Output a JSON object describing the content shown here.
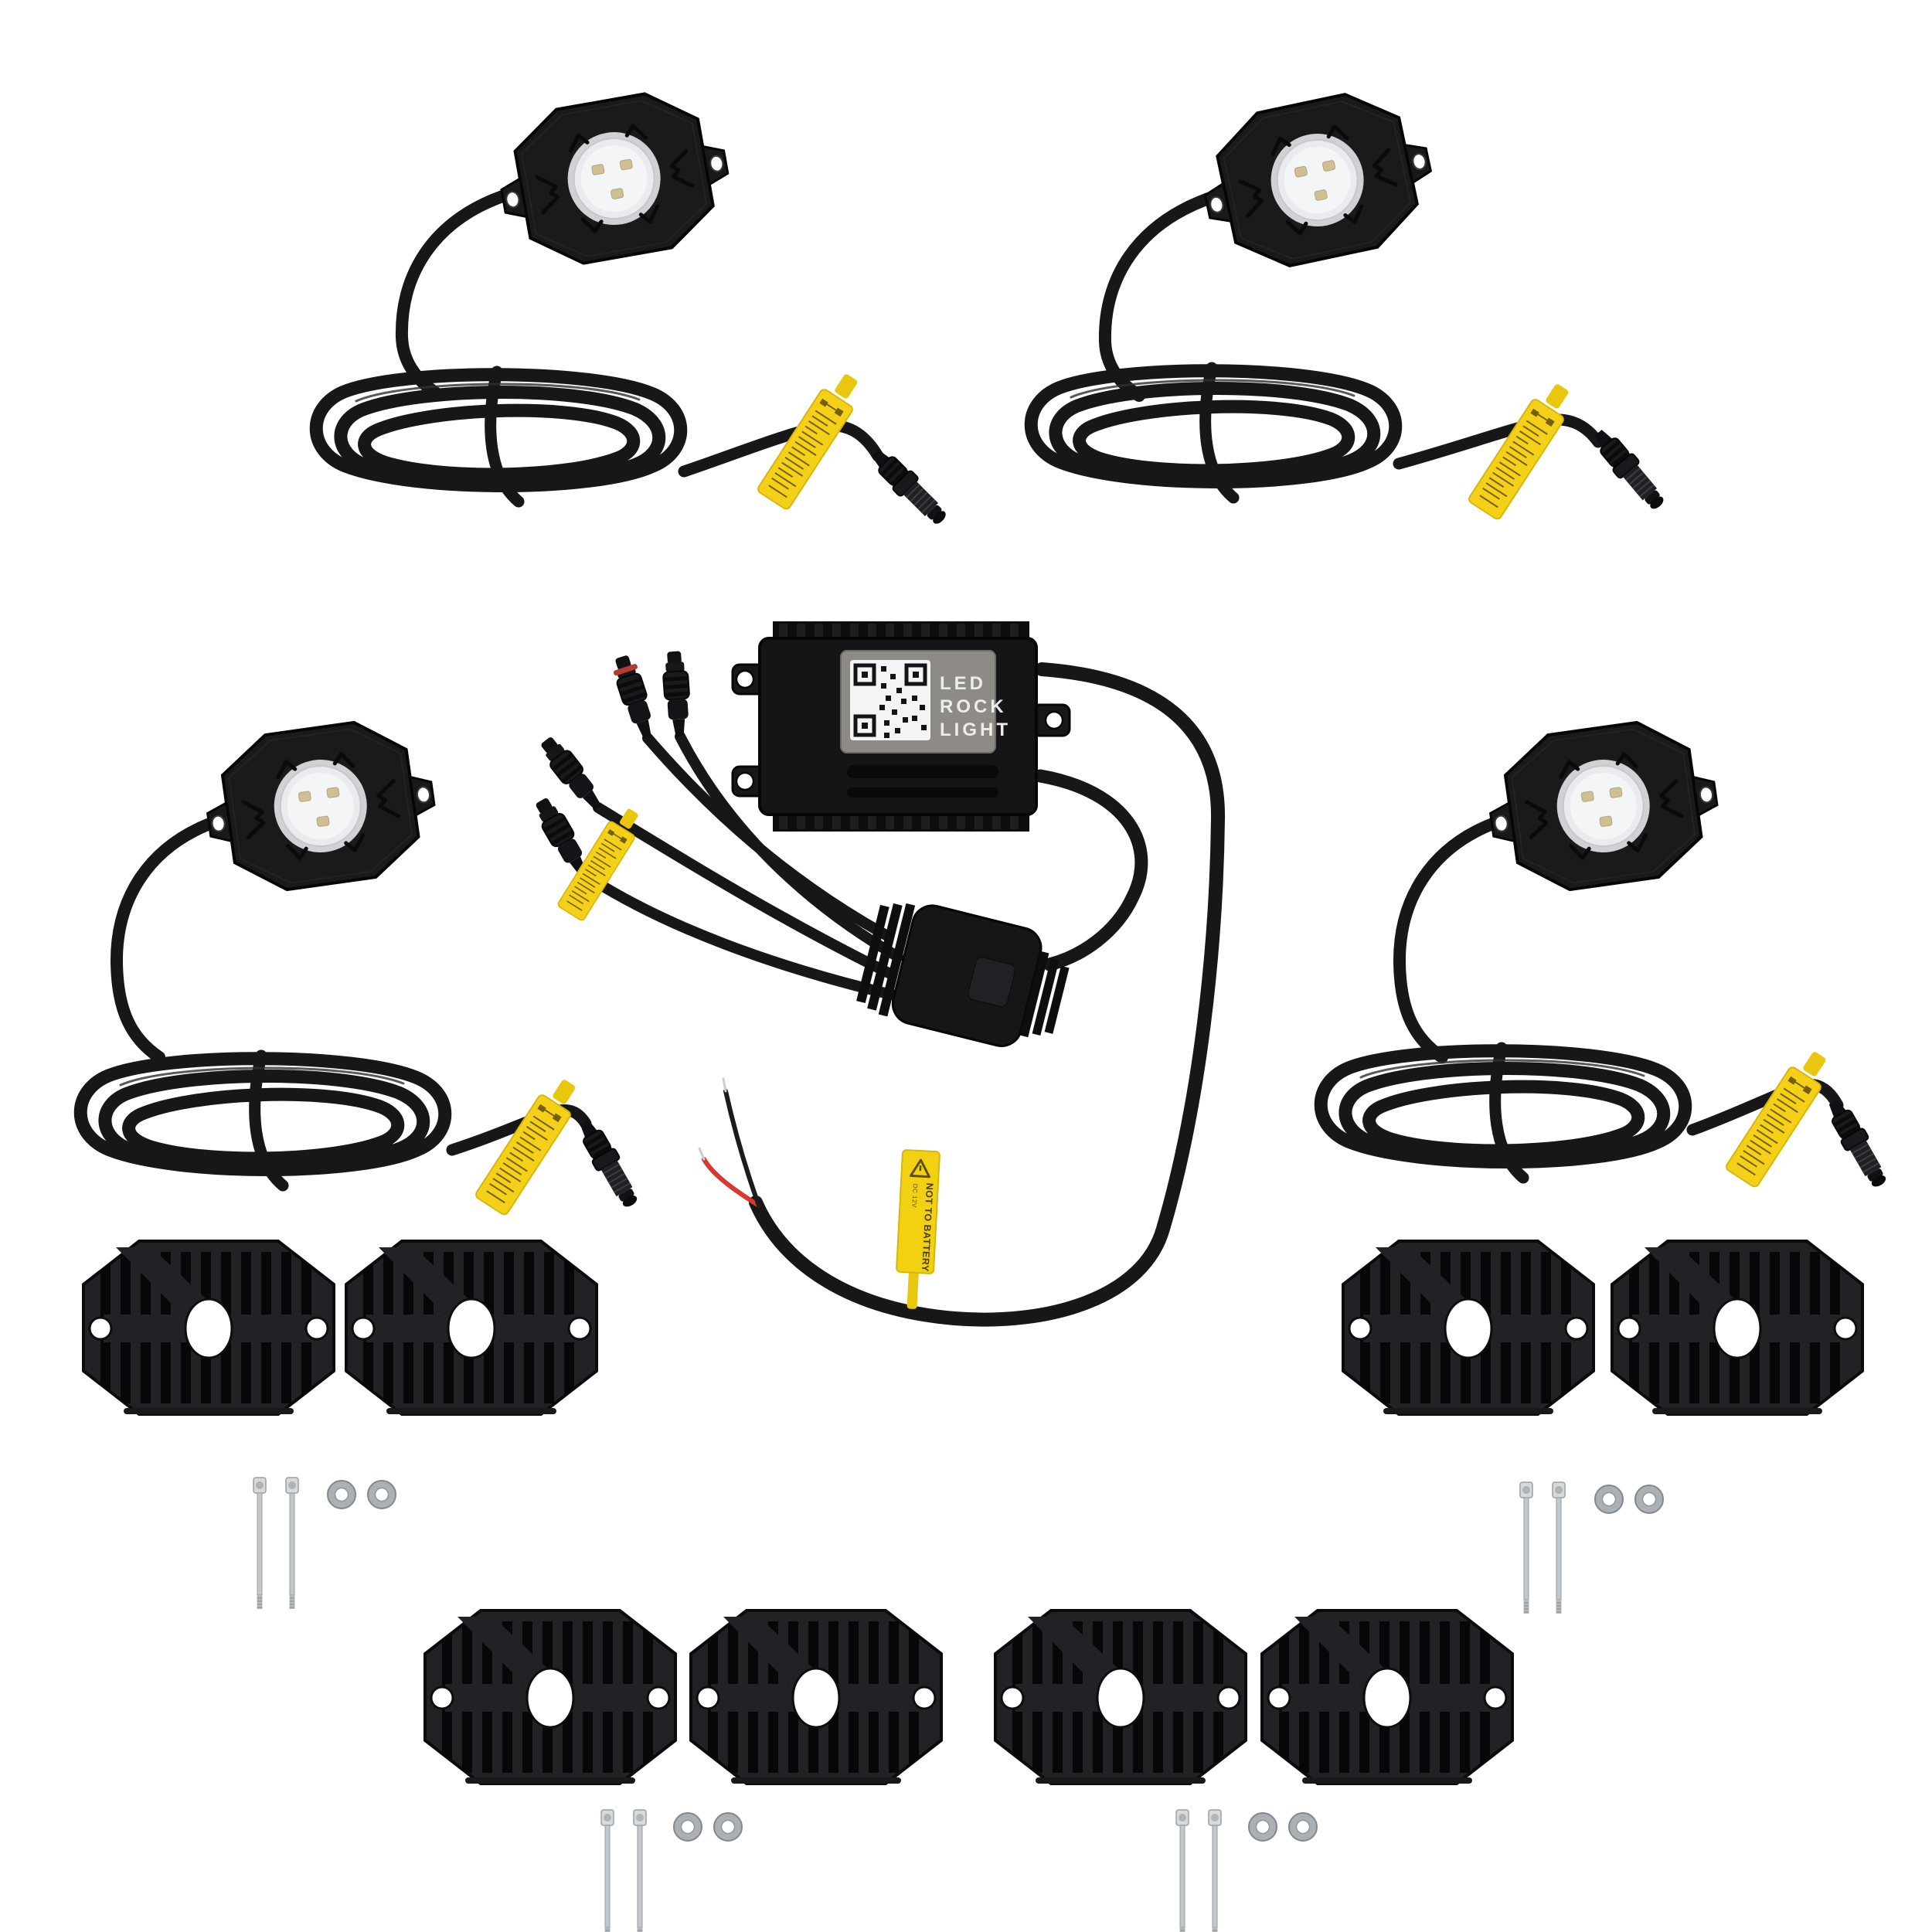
{
  "scene": {
    "type": "product-photo",
    "subject": "LED rock light kit with bluetooth controller, 4 light pods, wiring harness, mounting brackets and hardware",
    "background_color": "#ffffff"
  },
  "controller": {
    "label_line1": "LED",
    "label_line2": "ROCK",
    "label_line3": "LIGHT",
    "qr_code": "qr-code"
  },
  "warning_tag": {
    "line1": "NOT TO BATTERY",
    "line2": "DC 12V"
  },
  "components": {
    "rock_light_pods": 4,
    "cable_coils": 4,
    "cable_flag_labels": 5,
    "controller_box": 1,
    "splitter_hub": 1,
    "splitter_plugs": 4,
    "power_wires": [
      "red",
      "black"
    ],
    "mounting_brackets": 8,
    "screws": 8,
    "washers": 8,
    "hardware_sets": 4
  },
  "colors": {
    "background": "#ffffff",
    "plastic_black": "#1a1a1d",
    "cable_black": "#17171a",
    "label_yellow": "#f4d018",
    "warning_yellow": "#f2d113",
    "wire_red": "#d63a2f",
    "wire_black": "#1c1c1e",
    "metal_silver": "#c2c7cb",
    "washer_gray": "#aab0b4",
    "qr_label_gray": "#8e8b87",
    "oring_red": "#b23c2e",
    "lens_white": "#f4f5f7"
  }
}
